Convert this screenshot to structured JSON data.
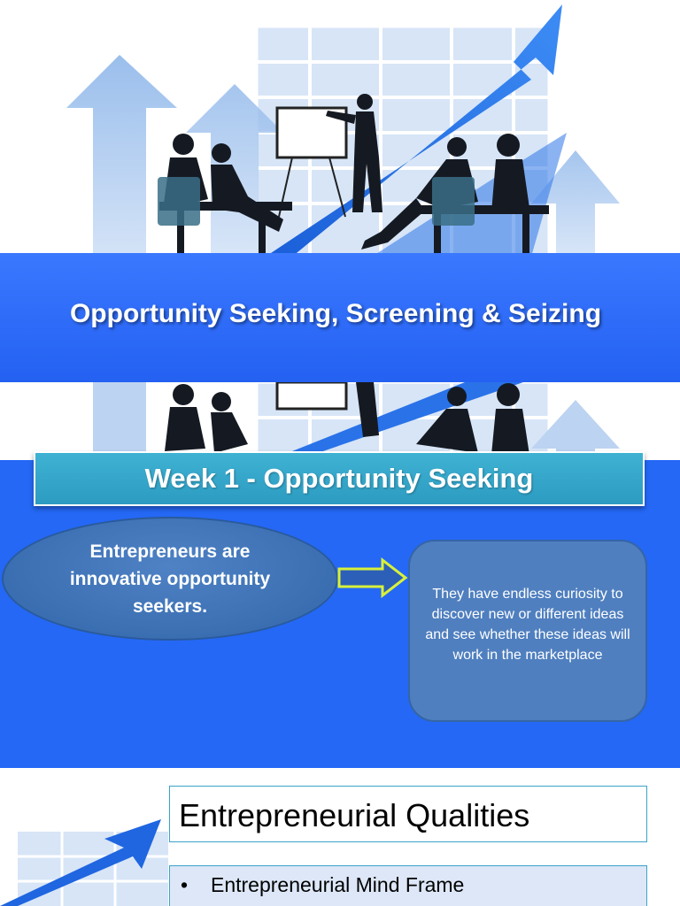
{
  "slide1": {
    "title": "Opportunity Seeking, Screening & Seizing"
  },
  "slide2": {
    "banner": "Week 1 - Opportunity Seeking",
    "oval_text": "Entrepreneurs are innovative opportunity seekers.",
    "box_text": "They have endless curiosity to discover new or different ideas and see whether these ideas will work in the marketplace"
  },
  "slide3": {
    "title": "Entrepreneurial Qualities",
    "bullets": [
      "Entrepreneurial Mind Frame"
    ]
  },
  "colors": {
    "band_blue": "#2468f5",
    "banner_teal": "#2c9bc1",
    "shape_blue": "#4f7fbf",
    "arrow_yellow": "#d8f03a"
  },
  "icons": [
    "business-meeting-illustration",
    "right-arrow-icon",
    "bullet-icon"
  ]
}
